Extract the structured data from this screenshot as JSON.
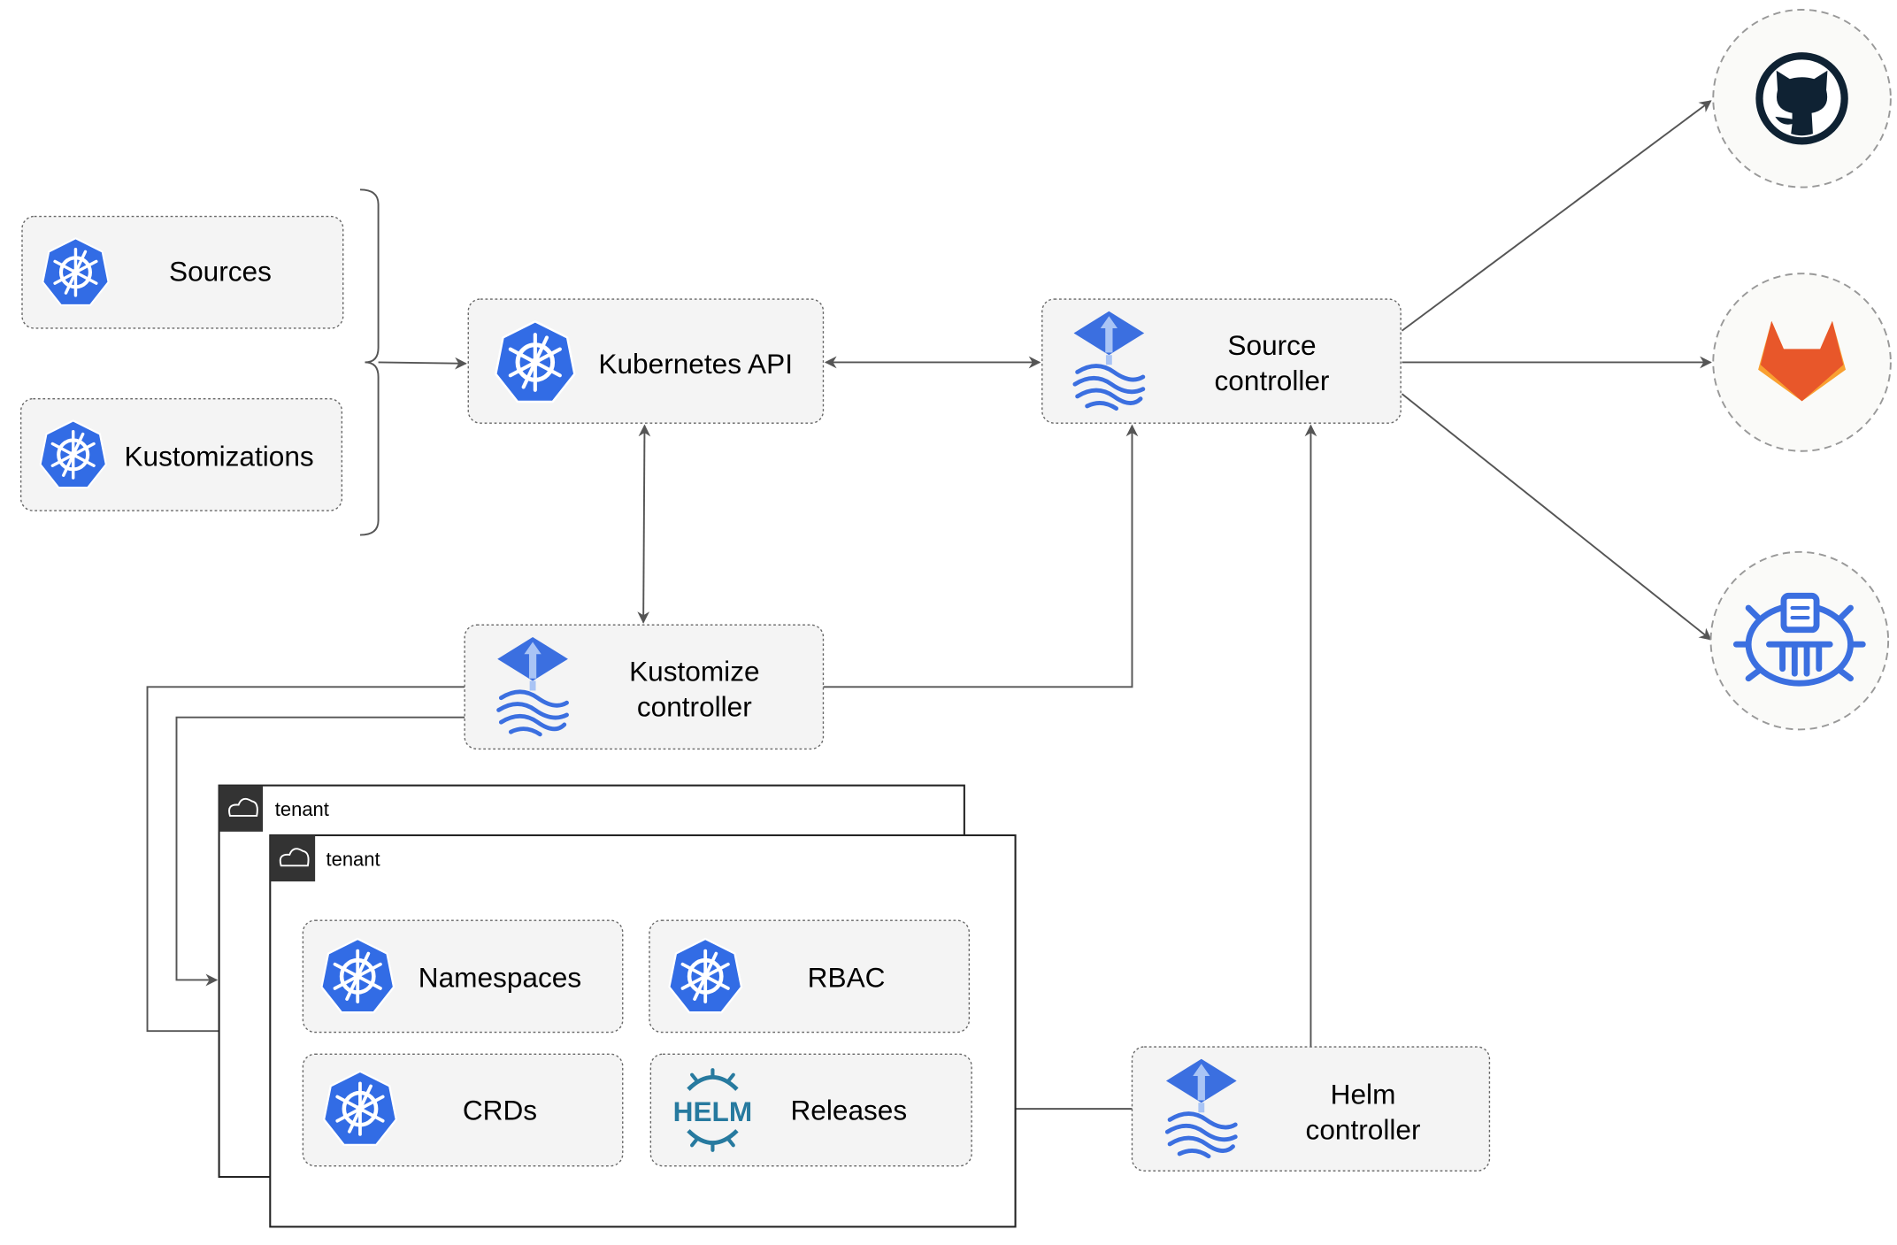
{
  "nodes": {
    "sources": "Sources",
    "kustomizations": "Kustomizations",
    "kubernetes_api": "Kubernetes API",
    "source_controller": [
      "Source",
      "controller"
    ],
    "kustomize_controller": [
      "Kustomize",
      "controller"
    ],
    "helm_controller": [
      "Helm",
      "controller"
    ],
    "namespaces": "Namespaces",
    "rbac": "RBAC",
    "crds": "CRDs",
    "releases": "Releases",
    "helm_logo": "HELM"
  },
  "tenants": [
    "tenant",
    "tenant"
  ],
  "external_sources": [
    "github-icon",
    "gitlab-icon",
    "bucket-icon"
  ],
  "colors": {
    "kubernetes_blue": "#326ce5",
    "flux_blue": "#3b6fe0",
    "helm_blue": "#277a9f",
    "github_dark": "#0f2233",
    "gitlab_orange": "#e8572a",
    "gitlab_yellow": "#f9a031",
    "tenant_header": "#333333"
  }
}
